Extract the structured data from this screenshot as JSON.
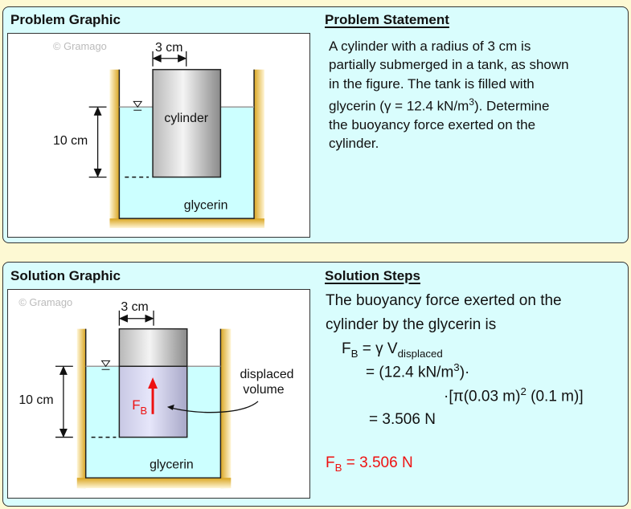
{
  "problem": {
    "graphic_title": "Problem Graphic",
    "statement_title": "Problem Statement",
    "statement_lines": [
      "A cylinder with a radius of 3 cm is",
      "partially submerged in a tank, as shown",
      "in the figure. The tank is filled with",
      "glycerin (γ = 12.4 kN/m",
      "3",
      "). Determine",
      "the buoyancy force exerted on the",
      "cylinder."
    ],
    "graphic": {
      "watermark": "© Gramago",
      "width_label": "3 cm",
      "depth_label": "10 cm",
      "cylinder_label": "cylinder",
      "fluid_label": "glycerin"
    }
  },
  "solution": {
    "graphic_title": "Solution Graphic",
    "steps_title": "Solution Steps",
    "graphic": {
      "watermark": "© Gramago",
      "width_label": "3 cm",
      "depth_label": "10 cm",
      "force_label": "F",
      "force_sub": "B",
      "displaced_line1": "displaced",
      "displaced_line2": "volume",
      "fluid_label": "glycerin"
    },
    "intro_line1": "The buoyancy force exerted on the",
    "intro_line2": "cylinder by the glycerin is",
    "eq1": {
      "lhs": "F",
      "lhs_sub": "B",
      "rhs": " = γ V",
      "rhs_sub": "displaced"
    },
    "eq2": {
      "text": "= (12.4 kN/m",
      "sup": "3",
      "end": ")·"
    },
    "eq3": {
      "text": "·[π(0.03 m)",
      "sup": "2",
      "end": " (0.1 m)]"
    },
    "eq4": "= 3.506 N",
    "answer": {
      "lhs": "F",
      "sub": "B",
      "rhs": " = 3.506 N"
    }
  },
  "colors": {
    "background": "#fdf9d3",
    "panel": "#d9fdfd",
    "fluid": "#ccffff",
    "tank": "#d9a520",
    "force": "#ee1111",
    "displaced": "#d8d8f4"
  }
}
